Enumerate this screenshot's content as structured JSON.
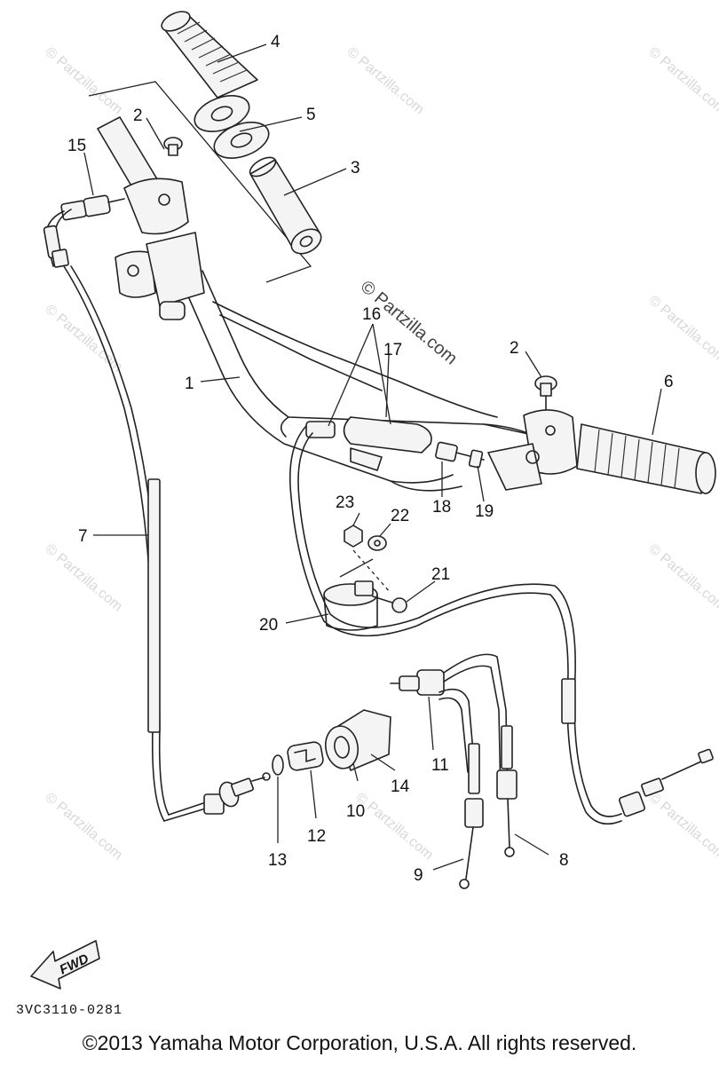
{
  "callouts": {
    "c1": "1",
    "c2a": "2",
    "c2b": "2",
    "c3": "3",
    "c4": "4",
    "c5": "5",
    "c6": "6",
    "c7": "7",
    "c8": "8",
    "c9": "9",
    "c10": "10",
    "c11": "11",
    "c12": "12",
    "c13": "13",
    "c14": "14",
    "c15": "15",
    "c16": "16",
    "c17": "17",
    "c18": "18",
    "c19": "19",
    "c20": "20",
    "c21": "21",
    "c22": "22",
    "c23": "23"
  },
  "watermark": "© Partzilla.com",
  "fwd_label": "FWD",
  "diagram_code": "3VC3110-0281",
  "copyright": "©2013 Yamaha Motor Corporation, U.S.A. All rights reserved."
}
